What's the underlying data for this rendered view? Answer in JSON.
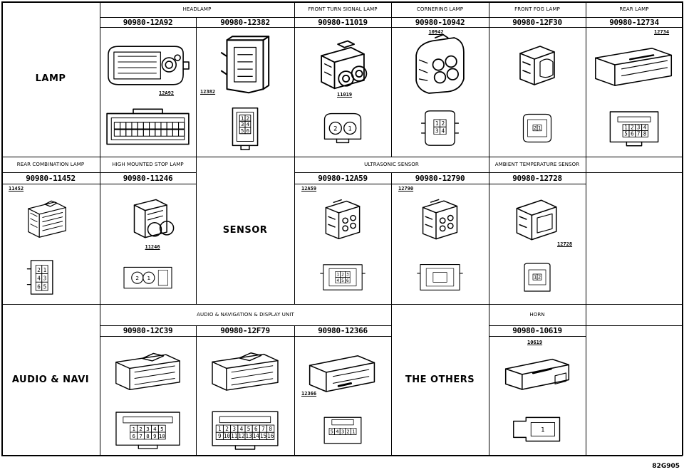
{
  "rows": [
    {
      "label": "LAMP",
      "groups": [
        {
          "name": "HEADLAMP",
          "parts": [
            {
              "pn": "90980-12A92",
              "callout": "12A92",
              "pins": []
            },
            {
              "pn": "90980-12382",
              "callout": "12382",
              "pins": [
                "1",
                "2",
                "3",
                "4",
                "5",
                "6"
              ]
            }
          ]
        },
        {
          "name": "FRONT TURN SIGNAL LAMP",
          "parts": [
            {
              "pn": "90980-11019",
              "callout": "11019",
              "pins": [
                "2",
                "1"
              ]
            }
          ]
        },
        {
          "name": "CORNERING LAMP",
          "parts": [
            {
              "pn": "90980-10942",
              "callout": "10942",
              "pins": [
                "1",
                "2",
                "3",
                "4"
              ]
            }
          ]
        },
        {
          "name": "FRONT FOG LAMP",
          "parts": [
            {
              "pn": "90980-12F30",
              "callout": "",
              "pins": [
                "2",
                "1"
              ]
            }
          ]
        },
        {
          "name": "REAR LAMP",
          "parts": [
            {
              "pn": "90980-12734",
              "callout": "12734",
              "pins": [
                "1",
                "2",
                "3",
                "4",
                "5",
                "6",
                "7",
                "8"
              ]
            }
          ]
        }
      ]
    },
    {
      "label": "SENSOR",
      "groups": [
        {
          "name": "REAR COMBINATION LAMP",
          "parts": [
            {
              "pn": "90980-11452",
              "callout": "11452",
              "pins": [
                "2",
                "1",
                "4",
                "3",
                "6",
                "5"
              ]
            }
          ]
        },
        {
          "name": "HIGH MOUNTED STOP LAMP",
          "parts": [
            {
              "pn": "90980-11246",
              "callout": "11246",
              "pins": [
                "2",
                "1"
              ]
            }
          ]
        },
        {
          "name": "ULTRASONIC SENSOR",
          "parts": [
            {
              "pn": "90980-12A59",
              "callout": "12A59",
              "pins": [
                "1",
                "2",
                "3",
                "4",
                "5",
                "6"
              ]
            },
            {
              "pn": "90980-12790",
              "callout": "12790",
              "pins": []
            }
          ]
        },
        {
          "name": "AMBIENT TEMPERATURE SENSOR",
          "parts": [
            {
              "pn": "90980-12728",
              "callout": "12728",
              "pins": [
                "1",
                "2"
              ]
            }
          ]
        }
      ]
    },
    {
      "label": "AUDIO & NAVI",
      "groups": [
        {
          "name": "AUDIO & NAVIGATION & DISPLAY UNIT",
          "parts": [
            {
              "pn": "90980-12C39",
              "callout": "",
              "pins": [
                "1",
                "2",
                "3",
                "4",
                "5",
                "6",
                "7",
                "8",
                "9",
                "10"
              ]
            },
            {
              "pn": "90980-12F79",
              "callout": "",
              "pins": [
                "1",
                "2",
                "3",
                "4",
                "5",
                "6",
                "7",
                "8",
                "9",
                "10",
                "11",
                "12",
                "13",
                "14",
                "15",
                "16"
              ]
            },
            {
              "pn": "90980-12366",
              "callout": "12366",
              "pins": [
                "5",
                "4",
                "3",
                "2",
                "1"
              ]
            }
          ]
        },
        {
          "name": "HORN",
          "parts": [
            {
              "pn": "90980-10619",
              "callout": "10619",
              "pins": [
                "1"
              ]
            }
          ]
        }
      ]
    }
  ],
  "others_label": "THE OTHERS",
  "figure_id": "82G905"
}
